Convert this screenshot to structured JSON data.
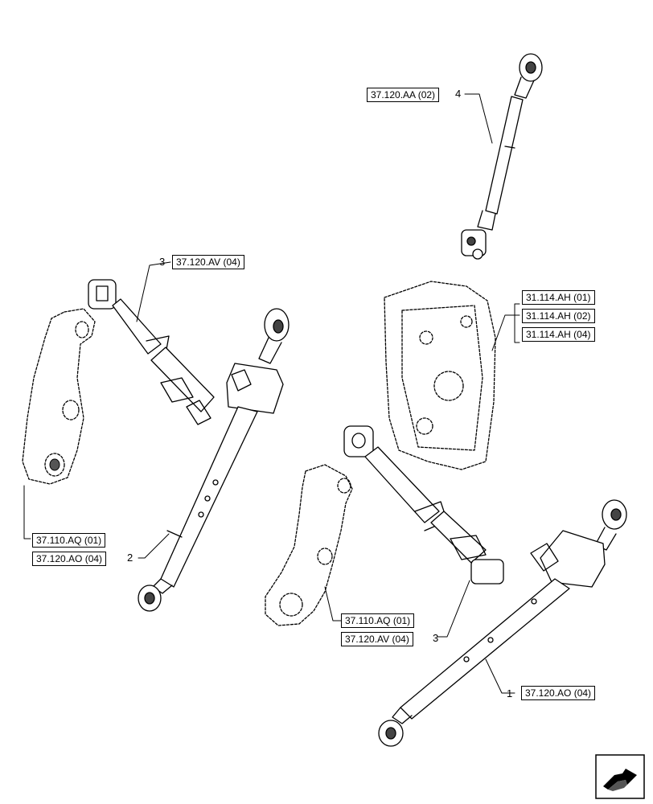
{
  "refs": {
    "aa02": "37.120.AA (02)",
    "av04_top": "37.120.AV (04)",
    "ah01": "31.114.AH (01)",
    "ah02": "31.114.AH (02)",
    "ah04": "31.114.AH (04)",
    "aq01_left": "37.110.AQ (01)",
    "ao04_left": "37.120.AO (04)",
    "aq01_mid": "37.110.AQ (01)",
    "av04_mid": "37.120.AV (04)",
    "ao04_right": "37.120.AO (04)"
  },
  "item_numbers": {
    "n4": "4",
    "n3_top": "3",
    "n2": "2",
    "n3_mid": "3",
    "n1": "1"
  },
  "icons": {
    "nav": "next-page-arrow-icon"
  }
}
